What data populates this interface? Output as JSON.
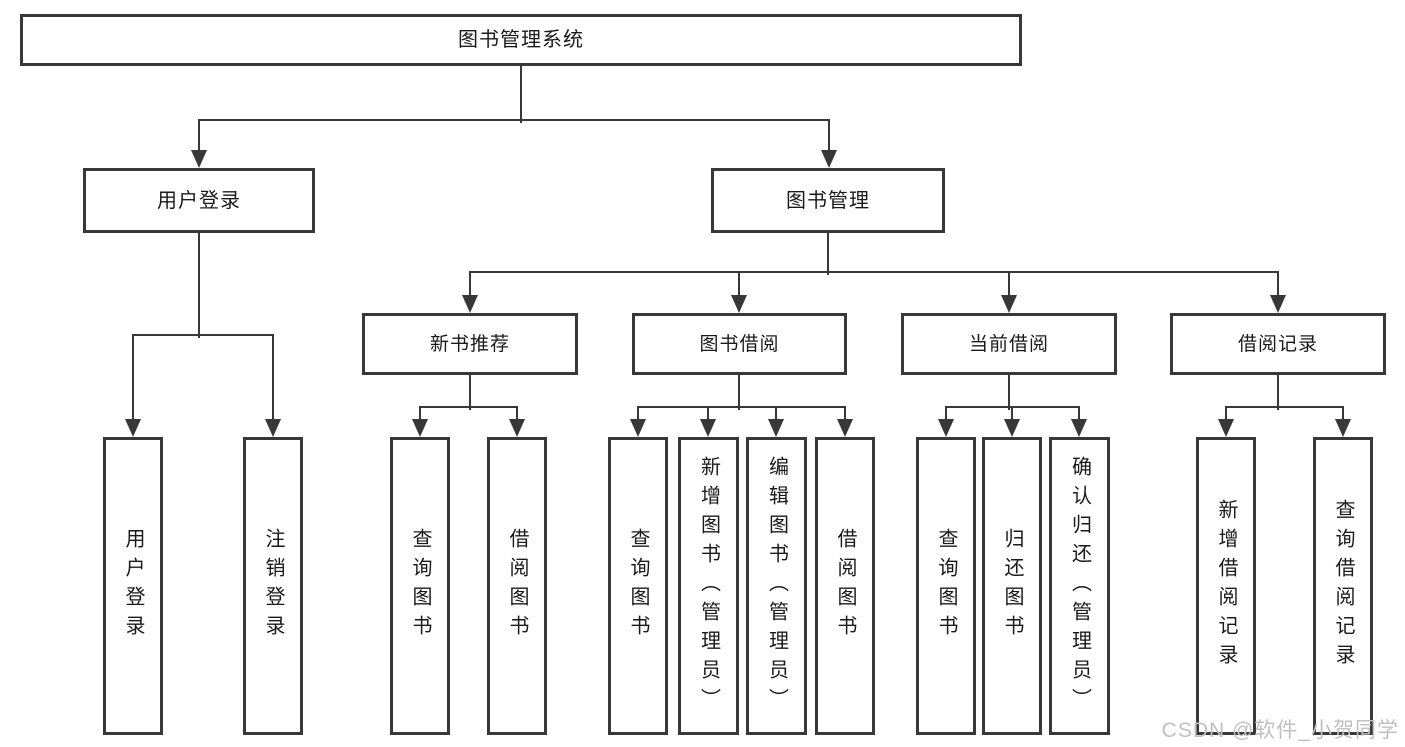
{
  "diagram": {
    "root": {
      "label": "图书管理系统"
    },
    "userLogin": {
      "label": "用户登录",
      "children": [
        {
          "label": "用户登录"
        },
        {
          "label": "注销登录"
        }
      ]
    },
    "bookMgmt": {
      "label": "图书管理",
      "sections": [
        {
          "label": "新书推荐",
          "children": [
            {
              "label": "查询图书"
            },
            {
              "label": "借阅图书"
            }
          ]
        },
        {
          "label": "图书借阅",
          "children": [
            {
              "label": "查询图书"
            },
            {
              "label": "新增图书（管理员）"
            },
            {
              "label": "编辑图书（管理员）"
            },
            {
              "label": "借阅图书"
            }
          ]
        },
        {
          "label": "当前借阅",
          "children": [
            {
              "label": "查询图书"
            },
            {
              "label": "归还图书"
            },
            {
              "label": "确认归还（管理员）"
            }
          ]
        },
        {
          "label": "借阅记录",
          "children": [
            {
              "label": "新增借阅记录"
            },
            {
              "label": "查询借阅记录"
            }
          ]
        }
      ]
    }
  },
  "watermark": {
    "text": "CSDN @软件_小贺同学"
  },
  "colors": {
    "line": "#383838",
    "border": "#383838",
    "text": "#1a1a1a",
    "watermark": "#c0c0c4",
    "background": "#ffffff"
  }
}
